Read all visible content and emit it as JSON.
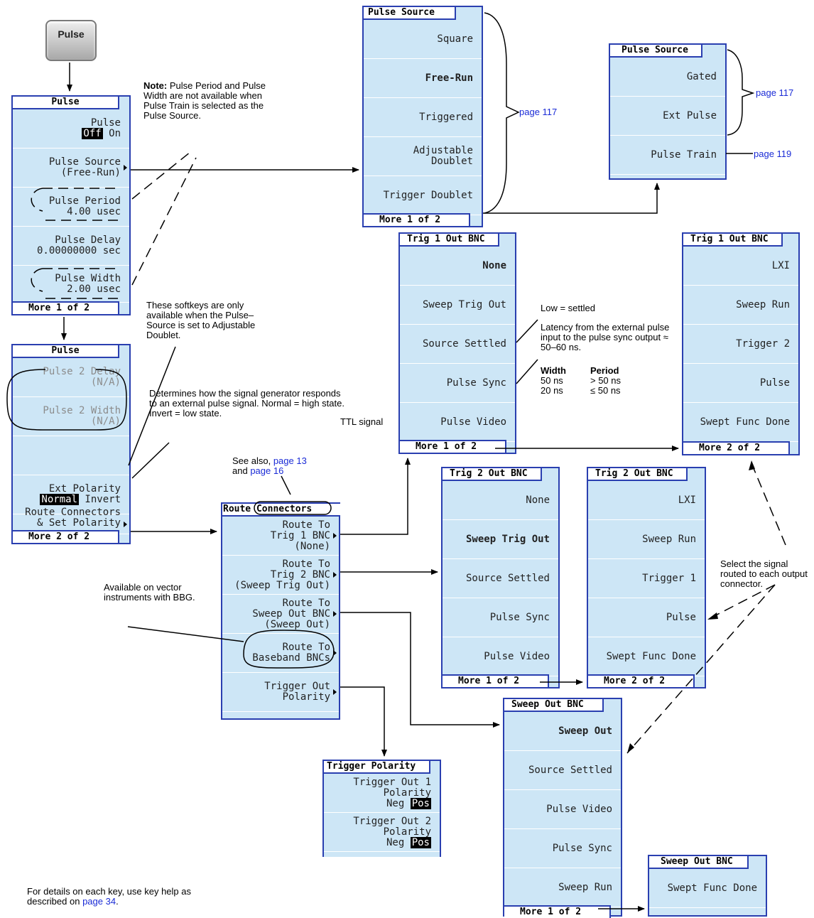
{
  "hard_key": {
    "label": "Pulse"
  },
  "pulse_menu": {
    "title": "Pulse",
    "keys": [
      {
        "l1": "Pulse",
        "off": "Off",
        "on": "On"
      },
      {
        "l1": "Pulse Source",
        "l2": "(Free-Run)"
      },
      {
        "l1": "Pulse Period",
        "l2": "4.00 usec"
      },
      {
        "l1": "Pulse Delay",
        "l2": "0.00000000  sec"
      },
      {
        "l1": "Pulse Width",
        "l2": "2.00 usec"
      }
    ],
    "footer": "More 1 of 2"
  },
  "pulse_menu2": {
    "title": "Pulse",
    "keys": [
      {
        "l1": "Pulse 2 Delay",
        "l2": "(N/A)"
      },
      {
        "l1": "Pulse 2 Width",
        "l2": "(N/A)"
      },
      {
        "l1": "Ext Polarity",
        "normal": "Normal",
        "invert": "Invert"
      },
      {
        "l1": "Route Connectors",
        "l2": "& Set Polarity"
      }
    ],
    "footer": "More 2 of 2"
  },
  "pulse_source1": {
    "title": "Pulse Source",
    "keys": [
      "Square",
      "Free-Run",
      "Triggered",
      "Adjustable",
      "Doublet",
      "Trigger Doublet"
    ],
    "footer": "More 1 of 2"
  },
  "pulse_source2": {
    "title": "Pulse Source",
    "keys": [
      "Gated",
      "Ext Pulse",
      "Pulse Train"
    ]
  },
  "trig1_out_a": {
    "title": "Trig 1 Out BNC",
    "keys": [
      "None",
      "Sweep Trig Out",
      "Source Settled",
      "Pulse Sync",
      "Pulse Video"
    ],
    "footer": "More 1 of 2"
  },
  "trig1_out_b": {
    "title": "Trig 1 Out BNC",
    "keys": [
      "LXI",
      "Sweep Run",
      "Trigger 2",
      "Pulse",
      "Swept Func Done"
    ],
    "footer": "More 2 of 2"
  },
  "trig2_out_a": {
    "title": "Trig 2 Out BNC",
    "keys": [
      "None",
      "Sweep Trig Out",
      "Source Settled",
      "Pulse Sync",
      "Pulse Video"
    ],
    "footer": "More 1 of 2"
  },
  "trig2_out_b": {
    "title": "Trig 2 Out BNC",
    "keys": [
      "LXI",
      "Sweep Run",
      "Trigger 1",
      "Pulse",
      "Swept Func Done"
    ],
    "footer": "More 2 of 2"
  },
  "route_menu": {
    "title": "Route Connectors",
    "keys": [
      {
        "l1": "Route To",
        "l2": "Trig 1 BNC",
        "l3": "(None)"
      },
      {
        "l1": "Route To",
        "l2": "Trig 2 BNC",
        "l3": "(Sweep Trig Out)"
      },
      {
        "l1": "Route To",
        "l2": "Sweep Out BNC",
        "l3": "(Sweep Out)"
      },
      {
        "l1": "Route To",
        "l2": "Baseband BNCs"
      },
      {
        "l1": "Trigger Out",
        "l2": "Polarity"
      }
    ]
  },
  "sweep_out_a": {
    "title": "Sweep Out BNC",
    "keys": [
      "Sweep Out",
      "Source Settled",
      "Pulse Video",
      "Pulse Sync",
      "Sweep Run"
    ],
    "footer": "More 1 of 2"
  },
  "sweep_out_b": {
    "title": "Sweep Out BNC",
    "keys": [
      "Swept Func Done"
    ]
  },
  "trigger_polarity": {
    "title": "Trigger Polarity",
    "keys": [
      {
        "l1": "Trigger Out 1",
        "l2": "Polarity",
        "neg": "Neg",
        "pos": "Pos"
      },
      {
        "l1": "Trigger Out 2",
        "l2": "Polarity",
        "neg": "Neg",
        "pos": "Pos"
      }
    ]
  },
  "notes": {
    "note_bold": "Note:",
    "note_text": " Pulse Period and Pulse Width are not available when Pulse Train is selected as the Pulse Source.",
    "softkeys": "These softkeys are only available when the Pulse–Source is set to Adjustable Doublet.",
    "determines": "Determines how the signal generator responds to an external pulse signal. Normal = high state. Invert = low state.",
    "ttl": "TTL signal",
    "see_also_a": "See also, ",
    "see_also_link1": "page 13",
    "see_also_b": "and ",
    "see_also_link2": "page 16",
    "available": "Available on vector instruments with BBG.",
    "low_settled": "Low = settled",
    "latency": "Latency from the external pulse input to the pulse sync output ≈ 50–60 ns.",
    "width_hdr": "Width",
    "period_hdr": "Period",
    "width_row1": "50 ns",
    "period_row1": "> 50 ns",
    "width_row2": "20 ns",
    "period_row2": "≤ 50 ns",
    "select_signal": "Select the signal routed to each output connector.",
    "page117a": "page 117",
    "page117b": "page 117",
    "page119": "page 119",
    "details_a": "For details on each key, use key help as described on ",
    "details_link": "page 34",
    "details_b": "."
  }
}
